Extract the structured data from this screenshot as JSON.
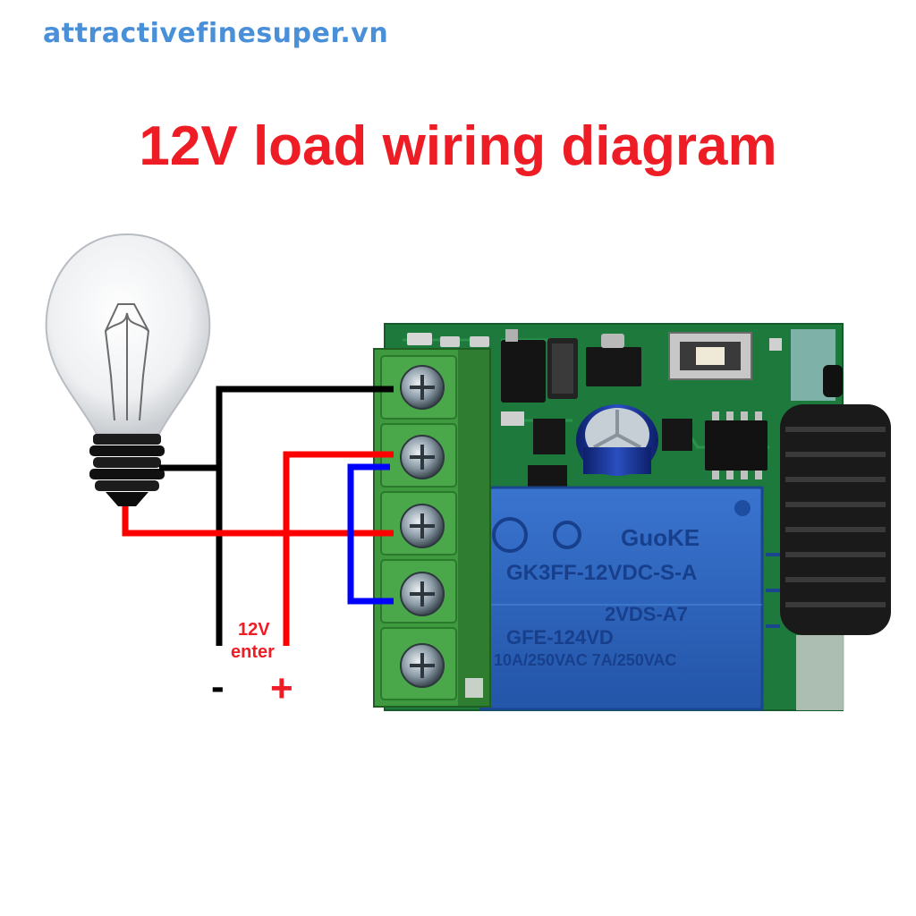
{
  "watermark": {
    "text": "attractivefinesuper.vn",
    "color": "#4a90d9"
  },
  "title": {
    "text": "12V load wiring diagram",
    "color": "#ee1c24"
  },
  "power_input": {
    "voltage_label": "12V",
    "enter_label": "enter",
    "negative_symbol": "-",
    "positive_symbol": "+"
  },
  "relay": {
    "brand": "GuoKE",
    "model": "GK3FF-12VDC-S-A",
    "line3": "2VDS-A7",
    "line4": "GFE-124VD",
    "line5": "10A/250VAC   7A/250VAC",
    "color": "#2b63b8"
  },
  "colors": {
    "wire_negative": "#000000",
    "wire_positive": "#ff0000",
    "wire_jumper": "#0000ff",
    "terminal_block": "#3f9a3f",
    "pcb": "#1e7a3c"
  }
}
